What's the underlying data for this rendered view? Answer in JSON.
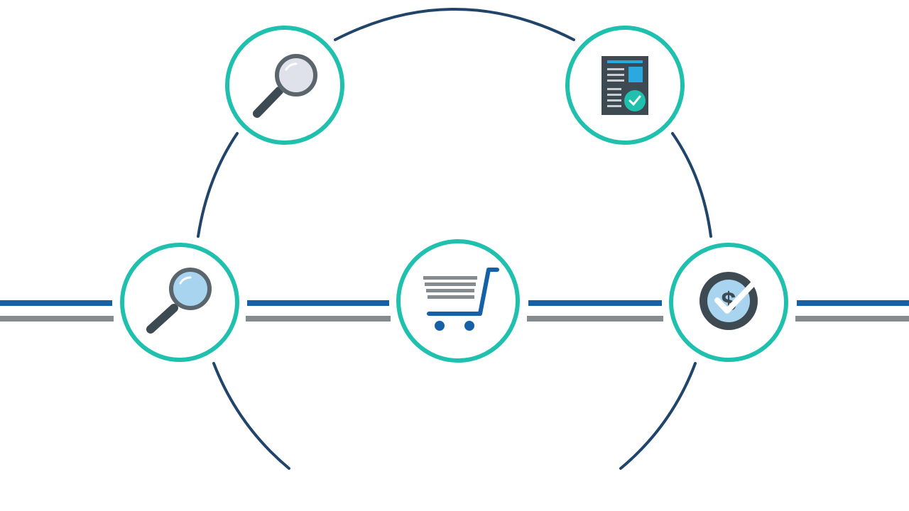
{
  "diagram": {
    "colors": {
      "background": "#ffffff",
      "ring_stroke": "#1a9fb0",
      "node_stroke": "#1fc0ad",
      "cycle_arc": "#21456a",
      "timeline_primary": "#1561a8",
      "timeline_secondary": "#858b8e",
      "icon_dark": "#3e4a52",
      "icon_blue": "#1561a8",
      "icon_lens_light": "#dfe2ea",
      "icon_lens_blue": "#a9d4ef",
      "icon_accent": "#1fc0ad"
    },
    "nodes": [
      {
        "id": "research",
        "icon": "magnifier-gray-icon"
      },
      {
        "id": "invoice",
        "icon": "invoice-check-icon"
      },
      {
        "id": "search",
        "icon": "magnifier-blue-icon"
      },
      {
        "id": "purchase",
        "icon": "shopping-cart-icon"
      },
      {
        "id": "payment",
        "icon": "coin-check-icon"
      }
    ]
  }
}
